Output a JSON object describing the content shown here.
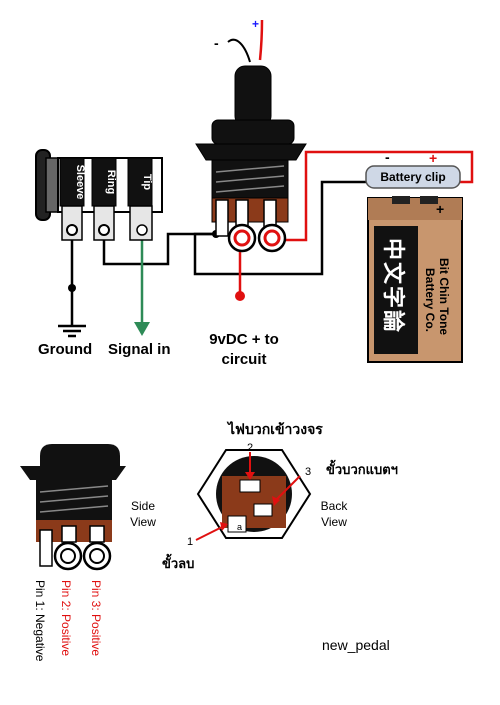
{
  "top": {
    "jack_labels": {
      "sleeve": "Sleeve",
      "ring": "Ring",
      "tip": "Tip"
    },
    "switch_plus": "+",
    "switch_minus": "-",
    "battery_clip": {
      "label": "Battery clip",
      "minus": "-",
      "plus": "+"
    },
    "battery": {
      "plus": "+",
      "text_line1": "Bit Chin Tone",
      "text_line2": "Battery Co.",
      "cjk_text": "中文字論"
    },
    "ground_label": "Ground",
    "signal_label": "Signal in",
    "power_label_line1": "9vDC + to",
    "power_label_line2": "circuit"
  },
  "bottom": {
    "side_view_line1": "Side",
    "side_view_line2": "View",
    "back_view_line1": "Back",
    "back_view_line2": "View",
    "pin1_label": "Pin 1: Negative",
    "pin2_label": "Pin 2: Positive",
    "pin3_label": "Pin 3: Positive",
    "thai_top": "ไฟบวกเข้าวงจร",
    "thai_right": "ขั้วบวกแบตฯ",
    "thai_left": "ขั้วลบ",
    "num1": "1",
    "num2": "2",
    "num3": "3",
    "tiny_letter": "a"
  },
  "footer": {
    "name": "new_pedal"
  },
  "colors": {
    "red": "#e01010",
    "green": "#2e8b57",
    "brown": "#8b3a1a",
    "battery": "#c8966e"
  }
}
